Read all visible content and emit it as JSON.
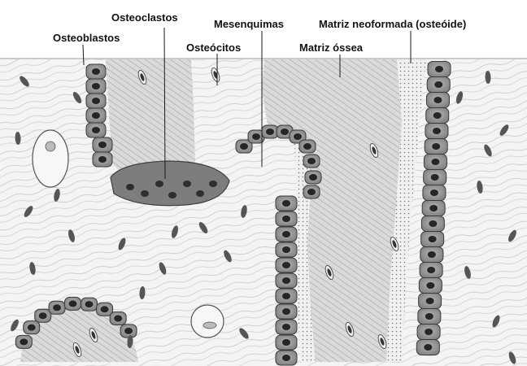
{
  "labels": {
    "osteoclastos": "Osteoclastos",
    "osteoblastos": "Osteoblastos",
    "mesenquimas": "Mesenquimas",
    "osteocitos": "Osteócitos",
    "matriz_neoformada": "Matriz neoformada (osteóide)",
    "matriz_ossea": "Matriz óssea"
  }
}
